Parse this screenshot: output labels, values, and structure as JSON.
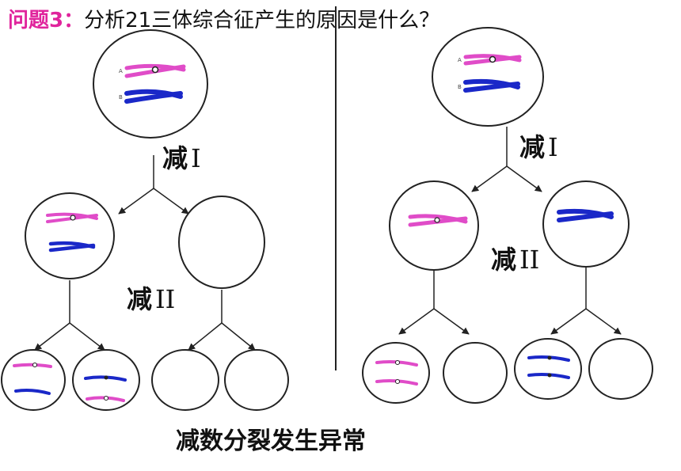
{
  "title": {
    "label": "问题3：",
    "text": "分析21三体综合征产生的原因是什么？"
  },
  "stages": {
    "meiosis_1": {
      "prefix": "减",
      "numeral": "I"
    },
    "meiosis_2": {
      "prefix": "减",
      "numeral": "II"
    }
  },
  "caption": "减数分裂发生异常",
  "chromosome_labels": {
    "a": "A",
    "b": "B"
  },
  "colors": {
    "title_accent": "#e0249c",
    "chromosome_a": "#e04cc8",
    "chromosome_b": "#1a28c8",
    "outline": "#222222"
  }
}
